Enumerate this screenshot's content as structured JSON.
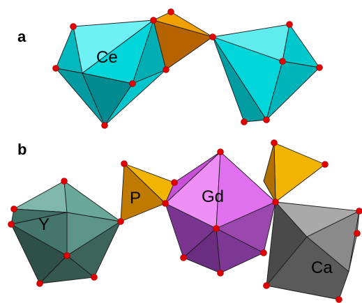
{
  "panels": [
    {
      "letter": "a",
      "labels": [
        "Ce"
      ]
    },
    {
      "letter": "b",
      "labels": [
        "Y",
        "P",
        "Gd",
        "Ca"
      ]
    }
  ],
  "colors": {
    "ce_polyhedron": "#00d5da",
    "phosphate_tetrahedron": "#e08a00",
    "y_polyhedron": "#6aa89a",
    "gd_polyhedron": "#e070ee",
    "ca_polyhedron": "#8a8a8a",
    "oxygen": "#e00000"
  }
}
